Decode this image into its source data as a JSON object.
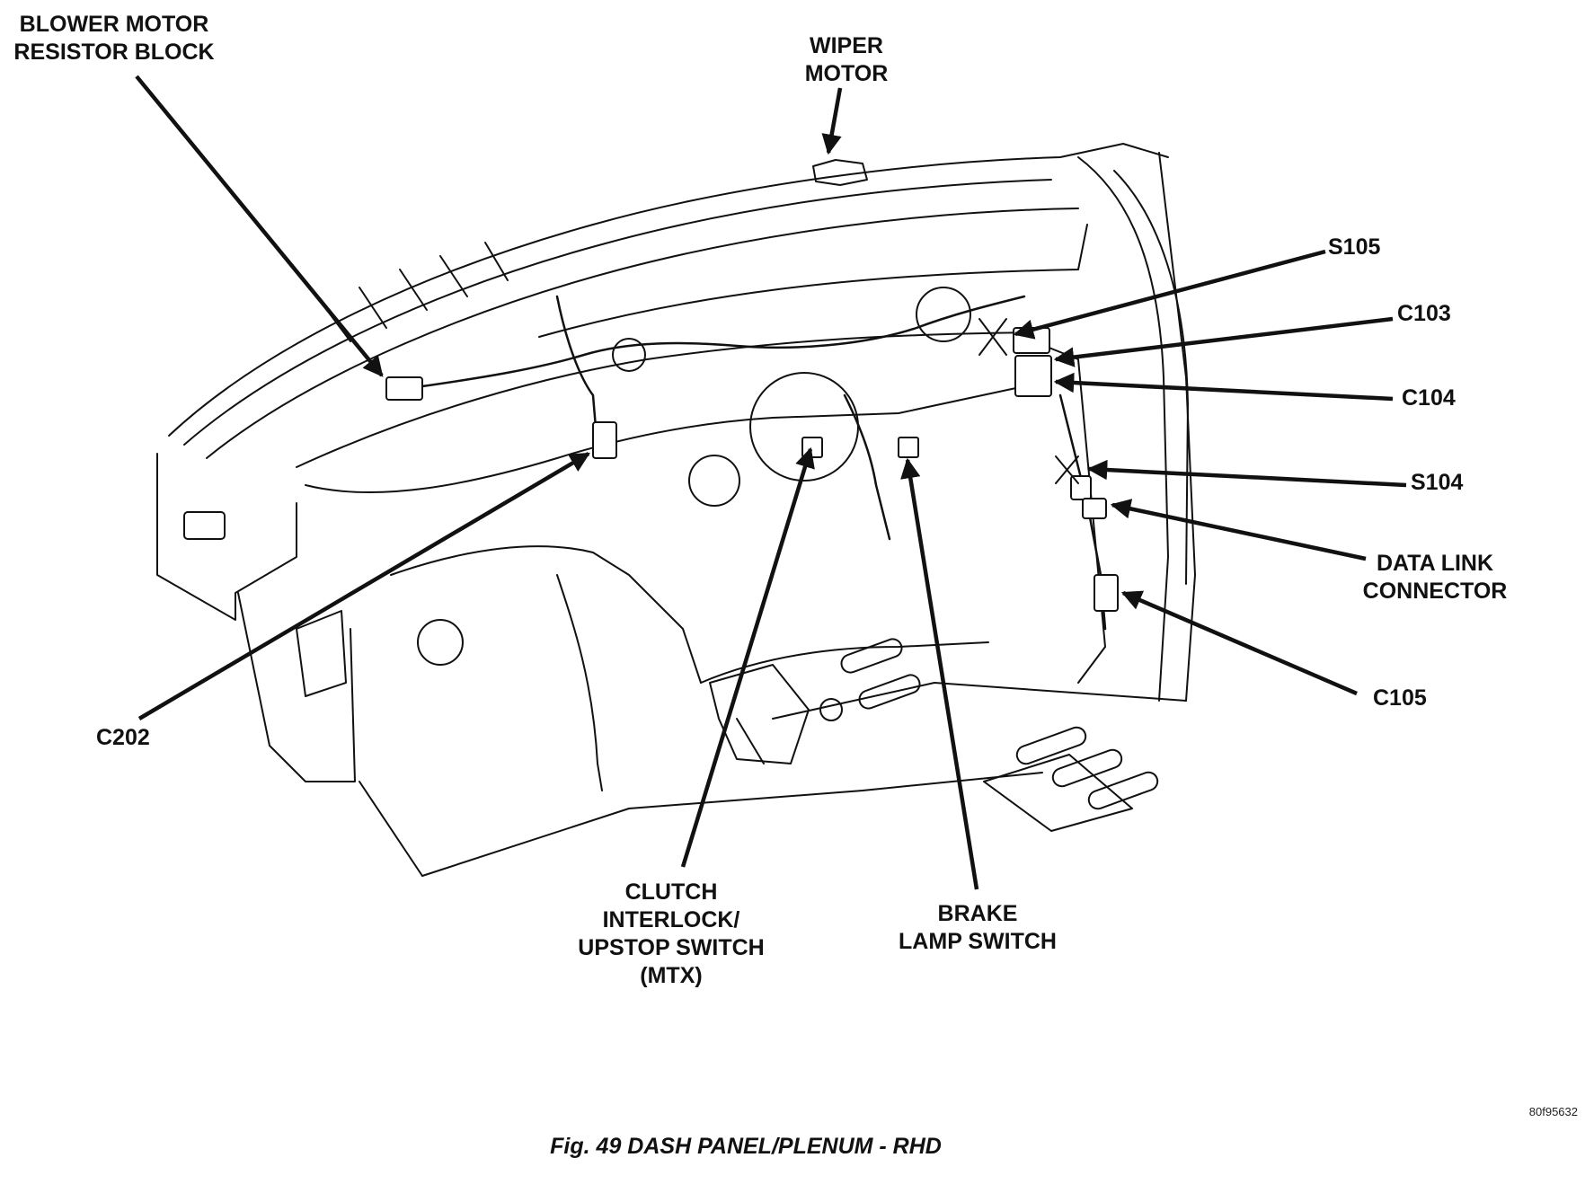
{
  "figure": {
    "caption": "Fig. 49 DASH PANEL/PLENUM - RHD",
    "figure_code": "80f95632",
    "line_color": "#111111",
    "background_color": "#ffffff"
  },
  "callouts": {
    "blower_motor_resistor_block": [
      "BLOWER MOTOR",
      "RESISTOR BLOCK"
    ],
    "wiper_motor": [
      "WIPER",
      "MOTOR"
    ],
    "s105": [
      "S105"
    ],
    "c103": [
      "C103"
    ],
    "c104": [
      "C104"
    ],
    "s104": [
      "S104"
    ],
    "data_link_connector": [
      "DATA LINK",
      "CONNECTOR"
    ],
    "c105": [
      "C105"
    ],
    "c202": [
      "C202"
    ],
    "clutch_interlock_upstop_switch": [
      "CLUTCH",
      "INTERLOCK/",
      "UPSTOP SWITCH",
      "(MTX)"
    ],
    "brake_lamp_switch": [
      "BRAKE",
      "LAMP SWITCH"
    ]
  }
}
